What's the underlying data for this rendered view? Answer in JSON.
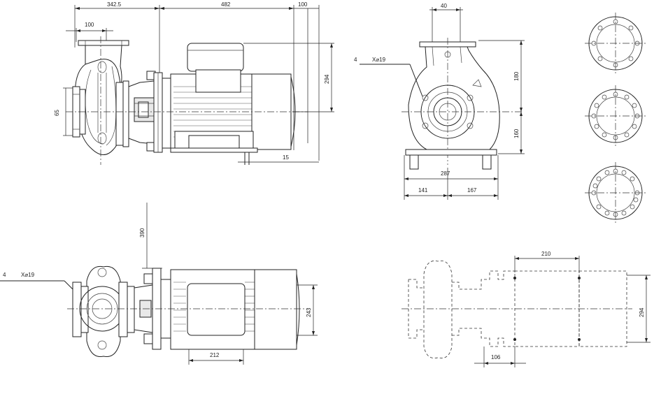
{
  "dimensions": {
    "front_total_left": "342.5",
    "front_total_right": "482",
    "front_right_offset": "100",
    "front_flange_offset": "100",
    "front_height_right": "294",
    "front_inlet_dia": "65",
    "front_foot_offset": "15",
    "side_top_width": "40",
    "side_upper_height": "180",
    "side_lower_height": "160",
    "side_base_width": "287",
    "side_left_width": "141",
    "side_right_width": "167",
    "side_hole_count": "4",
    "side_hole_size": "X⌀19",
    "top_height_label": "390",
    "top_hole_count": "4",
    "top_hole_size": "X⌀19",
    "top_motor_height": "243",
    "top_foot_width": "212",
    "outline_top_width": "210",
    "outline_right_height": "294",
    "outline_bottom_width": "106"
  },
  "colors": {
    "line": "#222222",
    "fill": "#e9e9e9",
    "background": "#ffffff"
  }
}
